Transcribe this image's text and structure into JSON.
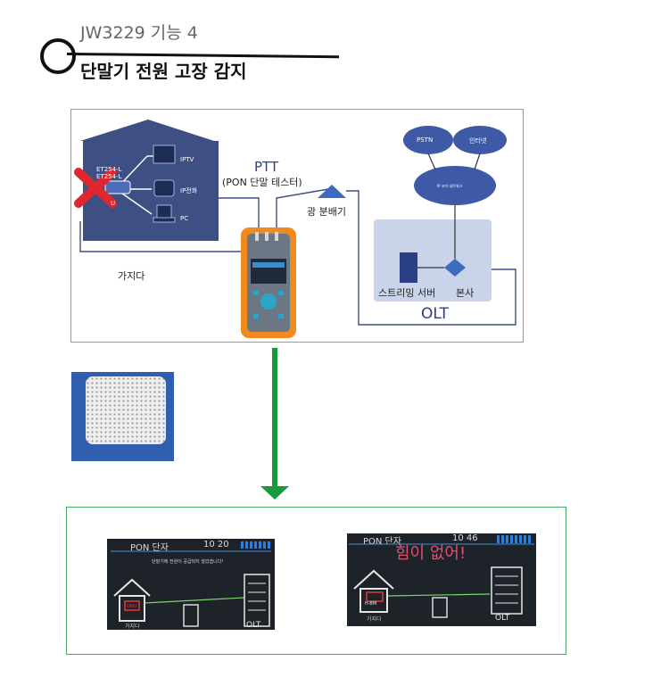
{
  "header": {
    "subtitle": "JW3229 기능 4",
    "title": "단말기 전원 고장 감지"
  },
  "diagram": {
    "house_labels": {
      "iptv": "IPTV",
      "ipphone": "IP전화",
      "pc": "PC",
      "device": "ET254-L",
      "device2": "ET254-L",
      "device3": "U"
    },
    "branch_label": "가지다",
    "ptt_title": "PTT",
    "ptt_subtitle": "(PON 단말 테스터)",
    "splitter_label": "광 분배기",
    "cloud_pstn": "PSTN",
    "cloud_internet": "인터넷",
    "cloud_network": "IP 코어 네트워크",
    "streaming_label": "스트리밍 서버",
    "hq_label": "본사",
    "olt_label": "OLT"
  },
  "screens": [
    {
      "header_left": "PON 단자",
      "header_time": "10 20",
      "message": "단말기에 전원이 공급되지 않았습니다!",
      "house_label": "가지다",
      "house_inner": "ONU",
      "olt_label": "OLT",
      "house_sub": "가지다"
    },
    {
      "header_left": "PON 단자",
      "header_time": "10 46",
      "overlay": "힘이 없어!",
      "house_inner": "H-BM",
      "house_label": "가지다",
      "olt_label": "OLT"
    }
  ],
  "colors": {
    "house": "#3d4f83",
    "arrow": "#1a9a3a",
    "green_box": "#47a868",
    "x_mark": "#e0262e",
    "olt_panel": "#c9d4ea",
    "overlay_text": "#e05070",
    "screen_line": "#7ad36b"
  }
}
